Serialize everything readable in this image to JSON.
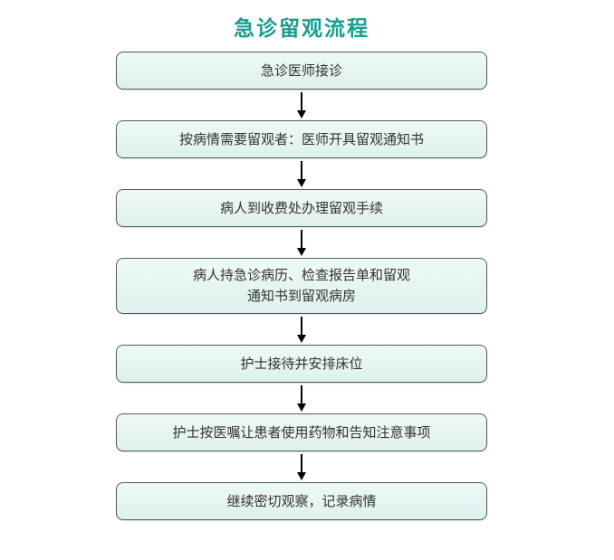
{
  "title": {
    "text": "急诊留观流程",
    "color": "#1a9e8f"
  },
  "flow": {
    "steps": [
      {
        "label": "急诊医师接诊"
      },
      {
        "label": "按病情需要留观者：医师开具留观通知书"
      },
      {
        "label": "病人到收费处办理留观手续"
      },
      {
        "label": "病人持急诊病历、检查报告单和留观\n通知书到留观病房"
      },
      {
        "label": "护士接待并安排床位"
      },
      {
        "label": "护士按医嘱让患者使用药物和告知注意事项"
      },
      {
        "label": "继续密切观察，记录病情"
      }
    ],
    "colors": {
      "box_fill": "#e2f3f0",
      "box_border": "#55585a",
      "arrow": "#000000",
      "text": "#333333",
      "background": "#ffffff"
    }
  }
}
